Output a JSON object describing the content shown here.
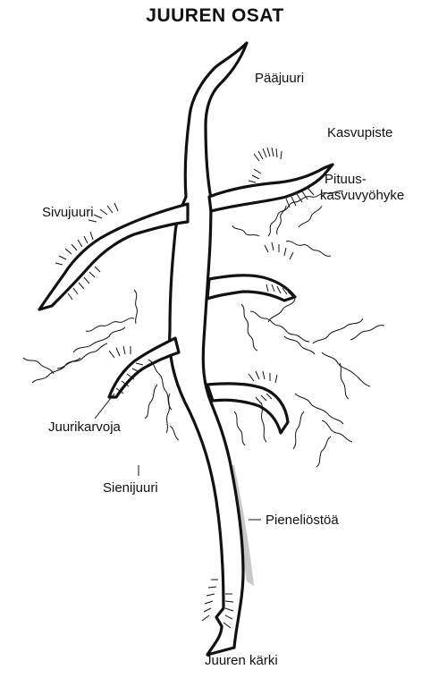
{
  "title": "JUUREN OSAT",
  "labels": {
    "paajuuri": "Pääjuuri",
    "kasvupiste": "Kasvupiste",
    "pituus_1": "Pituus-",
    "pituus_2": "kasvuvyöhyke",
    "sivujuuri": "Sivujuuri",
    "juurikarvoja": "Juurikarvoja",
    "sienijuuri": "Sienijuuri",
    "pieneliostoa": "Pieneliöstöä",
    "juuren_karki": "Juuren kärki"
  },
  "colors": {
    "outline": "#111111",
    "microbe_band": "#c8c8c8",
    "background": "#ffffff"
  }
}
